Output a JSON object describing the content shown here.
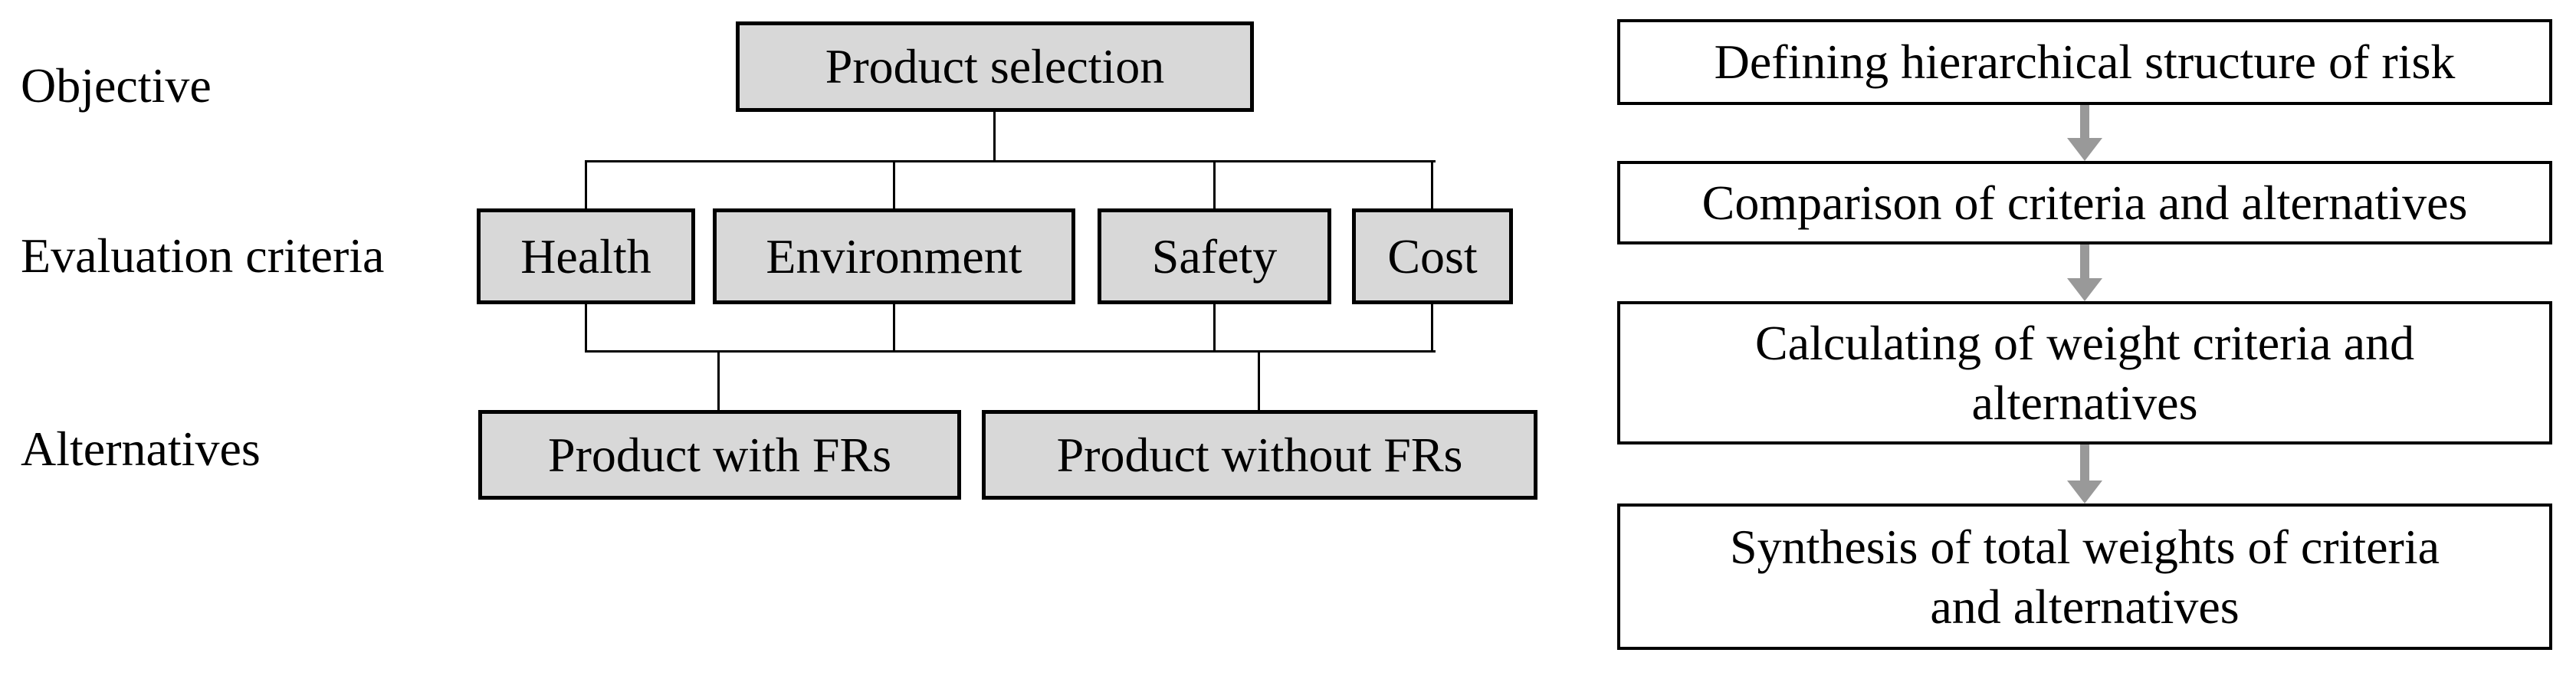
{
  "colors": {
    "background": "#ffffff",
    "box_fill": "#d8d8d8",
    "flow_fill": "#ffffff",
    "line_color": "#000000",
    "arrow_color": "#999999",
    "text_color": "#000000"
  },
  "hierarchy": {
    "row_labels": [
      "Objective",
      "Evaluation criteria",
      "Alternatives"
    ],
    "objective": "Product selection",
    "criteria": [
      "Health",
      "Environment",
      "Safety",
      "Cost"
    ],
    "alternatives": [
      "Product with FRs",
      "Product without FRs"
    ]
  },
  "flowchart": {
    "steps": [
      {
        "lines": [
          "Defining hierarchical structure of risk"
        ]
      },
      {
        "lines": [
          "Comparison of criteria and alternatives"
        ]
      },
      {
        "lines": [
          "Calculating of weight criteria and",
          "alternatives"
        ]
      },
      {
        "lines": [
          "Synthesis of total weights of criteria",
          "and alternatives"
        ]
      }
    ]
  }
}
